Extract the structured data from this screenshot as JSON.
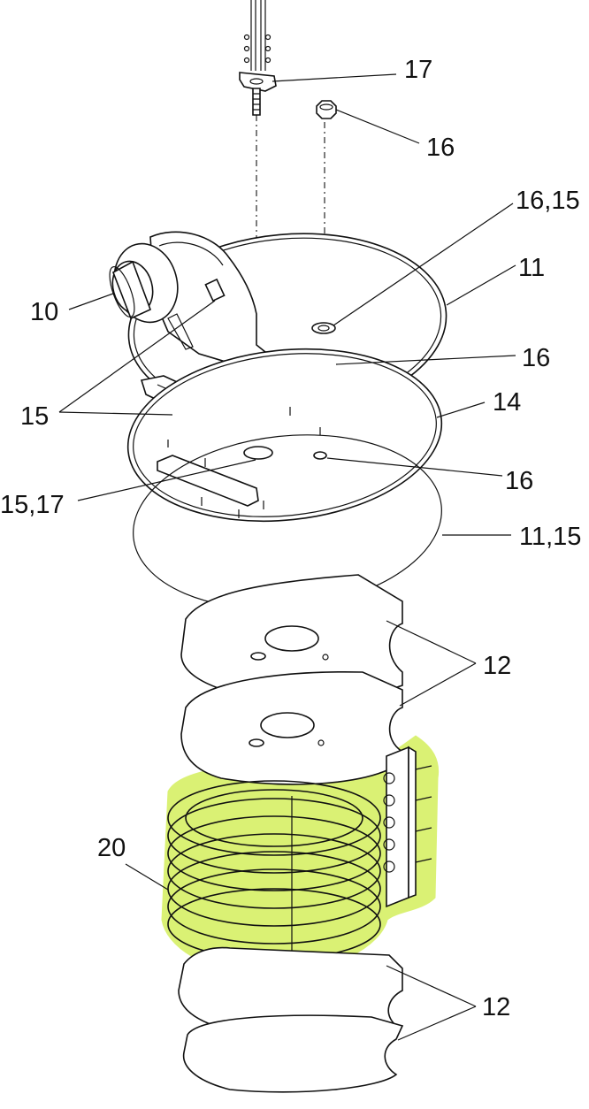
{
  "labels": {
    "l17": "17",
    "l16a": "16",
    "l16_15": "16,15",
    "l11": "11",
    "l10": "10",
    "l16b": "16",
    "l14": "14",
    "l15": "15",
    "l16c": "16",
    "l15_17": "15,17",
    "l11_15": "11,15",
    "l12a": "12",
    "l20": "20",
    "l12b": "12"
  },
  "colors": {
    "highlight": "#d4ef5c",
    "line": "#111111"
  }
}
